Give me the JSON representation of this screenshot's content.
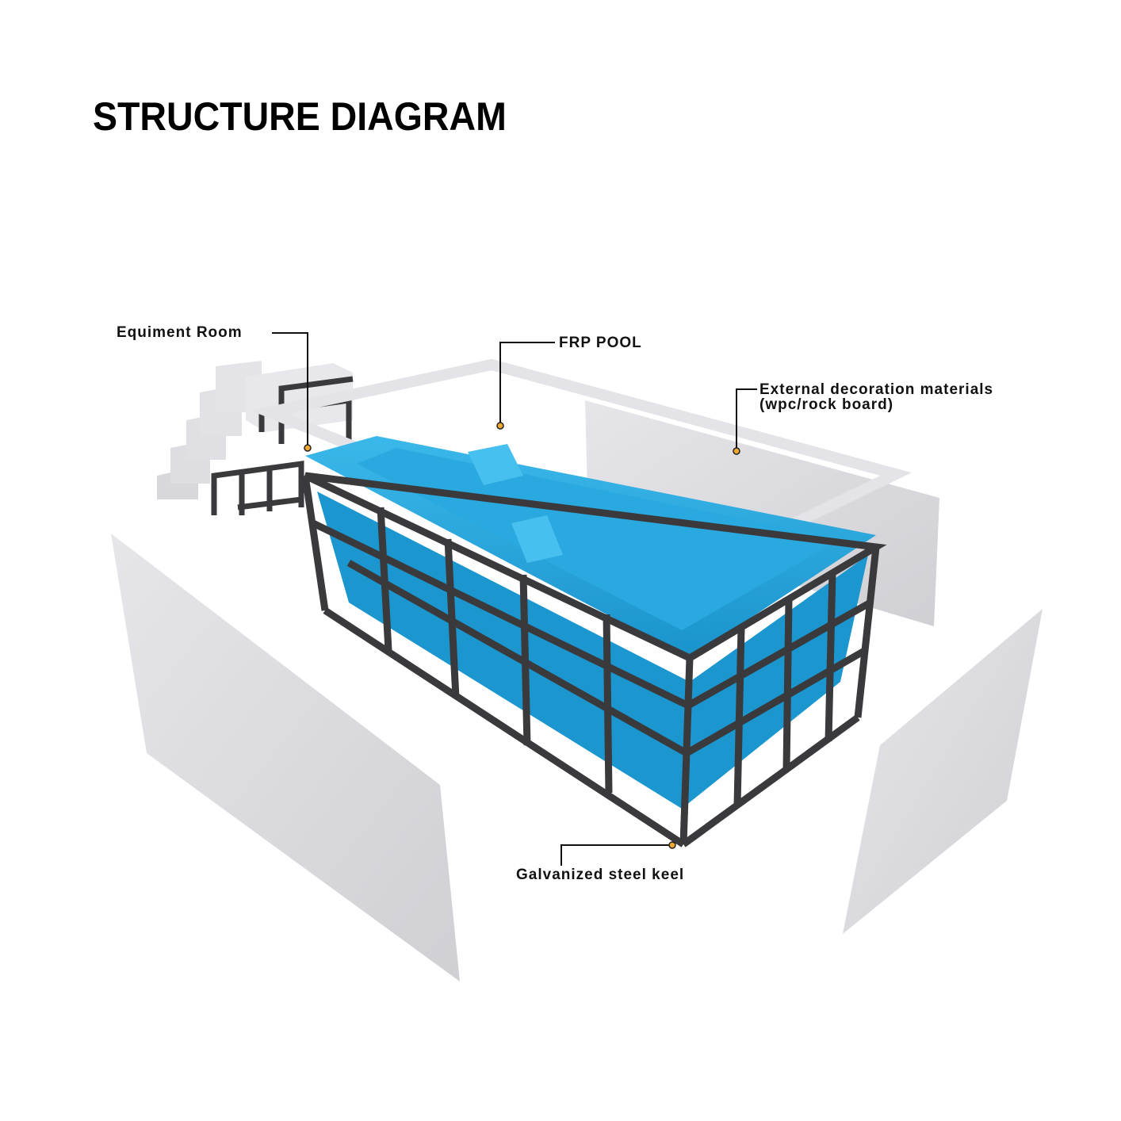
{
  "title": "STRUCTURE DIAGRAM",
  "labels": {
    "equipment_room": "Equiment Room",
    "frp_pool": "FRP POOL",
    "external_line1": "External decoration materials",
    "external_line2": "(wpc/rock board)",
    "steel_keel": "Galvanized steel keel"
  },
  "colors": {
    "pool_blue": "#1FA3DB",
    "steel": "#3a3a3c",
    "board": "#dcdce0",
    "marker": "#f0a830"
  }
}
